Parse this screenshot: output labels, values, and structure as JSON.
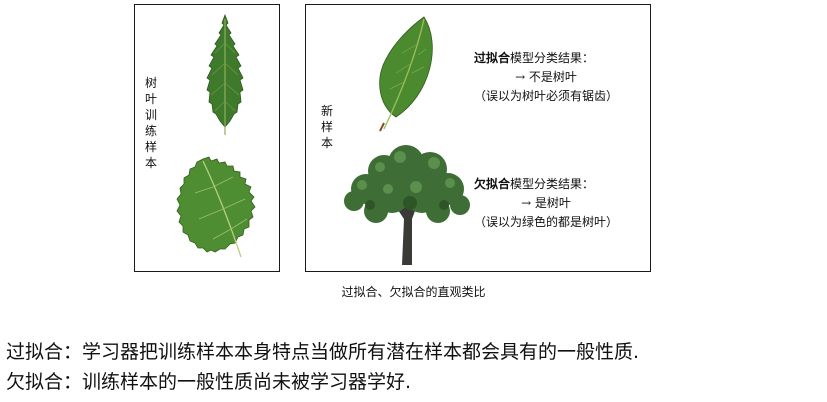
{
  "train_panel": {
    "label_chars": [
      "树",
      "叶",
      "训",
      "练",
      "样",
      "本"
    ]
  },
  "new_panel": {
    "label_chars": [
      "新",
      "样",
      "本"
    ],
    "overfit": {
      "term": "过拟合",
      "suffix": "模型分类结果：",
      "result": "→ 不是树叶",
      "reason": "（误以为树叶必须有锯齿）"
    },
    "underfit": {
      "term": "欠拟合",
      "suffix": "模型分类结果：",
      "result": "→ 是树叶",
      "reason": "（误以为绿色的都是树叶）"
    }
  },
  "caption": "过拟合、欠拟合的直观类比",
  "definitions": {
    "overfit": "过拟合：学习器把训练样本本身特点当做所有潜在样本都会具有的一般性质.",
    "underfit": "欠拟合：训练样本的一般性质尚未被学习器学好."
  },
  "colors": {
    "leaf_dark": "#3f7a2c",
    "leaf_light": "#5c9a3a",
    "tree": "#3e6e35",
    "trunk": "#3a3a36"
  }
}
